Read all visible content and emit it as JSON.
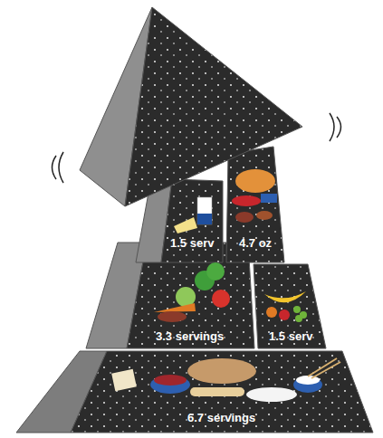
{
  "diagram": {
    "nodes": [
      {
        "text": [
          "1.5 serv"
        ]
      },
      {
        "text": [
          "4.7 oz"
        ]
      },
      {
        "text": [
          "3.3 servings"
        ]
      },
      {
        "text": [
          "1.5 serv"
        ]
      },
      {
        "text": [
          "6.7 servings"
        ]
      }
    ]
  }
}
